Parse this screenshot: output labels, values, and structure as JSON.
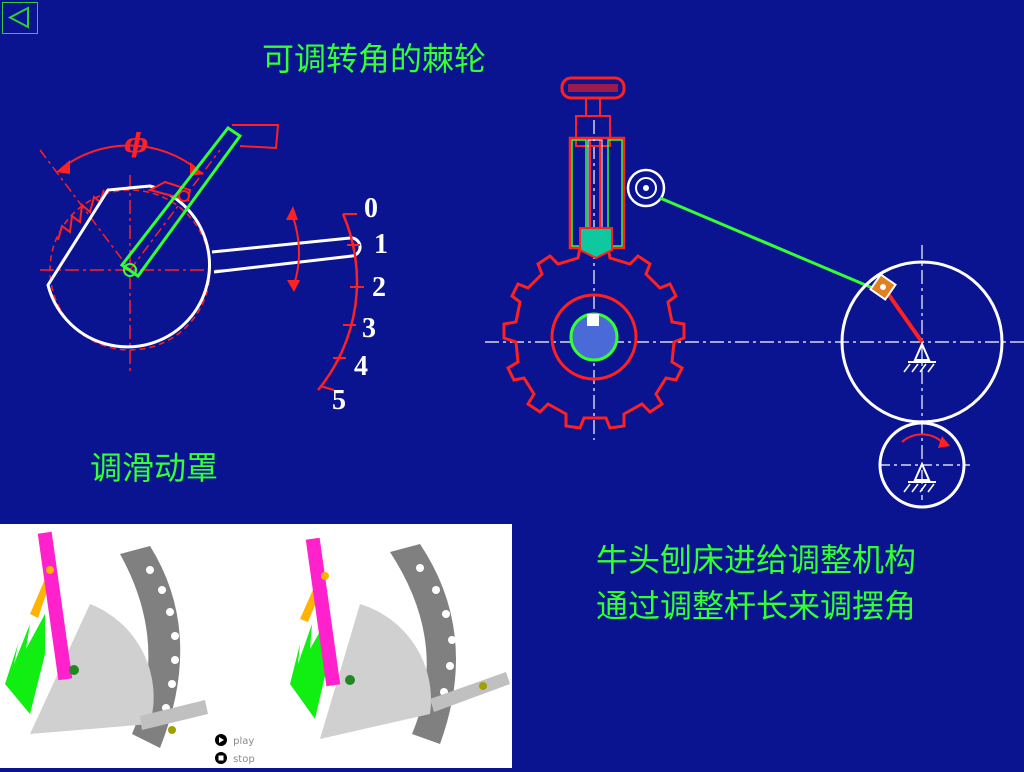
{
  "title": "可调转角的棘轮",
  "ratchet_label": "调滑动罩",
  "angle_symbol": "ϕ",
  "scale_labels": [
    "0",
    "1",
    "2",
    "3",
    "4",
    "5"
  ],
  "caption_lines": [
    "牛头刨床进给调整机构",
    "通过调整杆长来调摆角"
  ],
  "controls": {
    "play": "play",
    "stop": "stop"
  },
  "colors": {
    "background": "#0a1490",
    "text_green": "#33ff33",
    "red": "#ff2020",
    "white": "#ffffff"
  }
}
